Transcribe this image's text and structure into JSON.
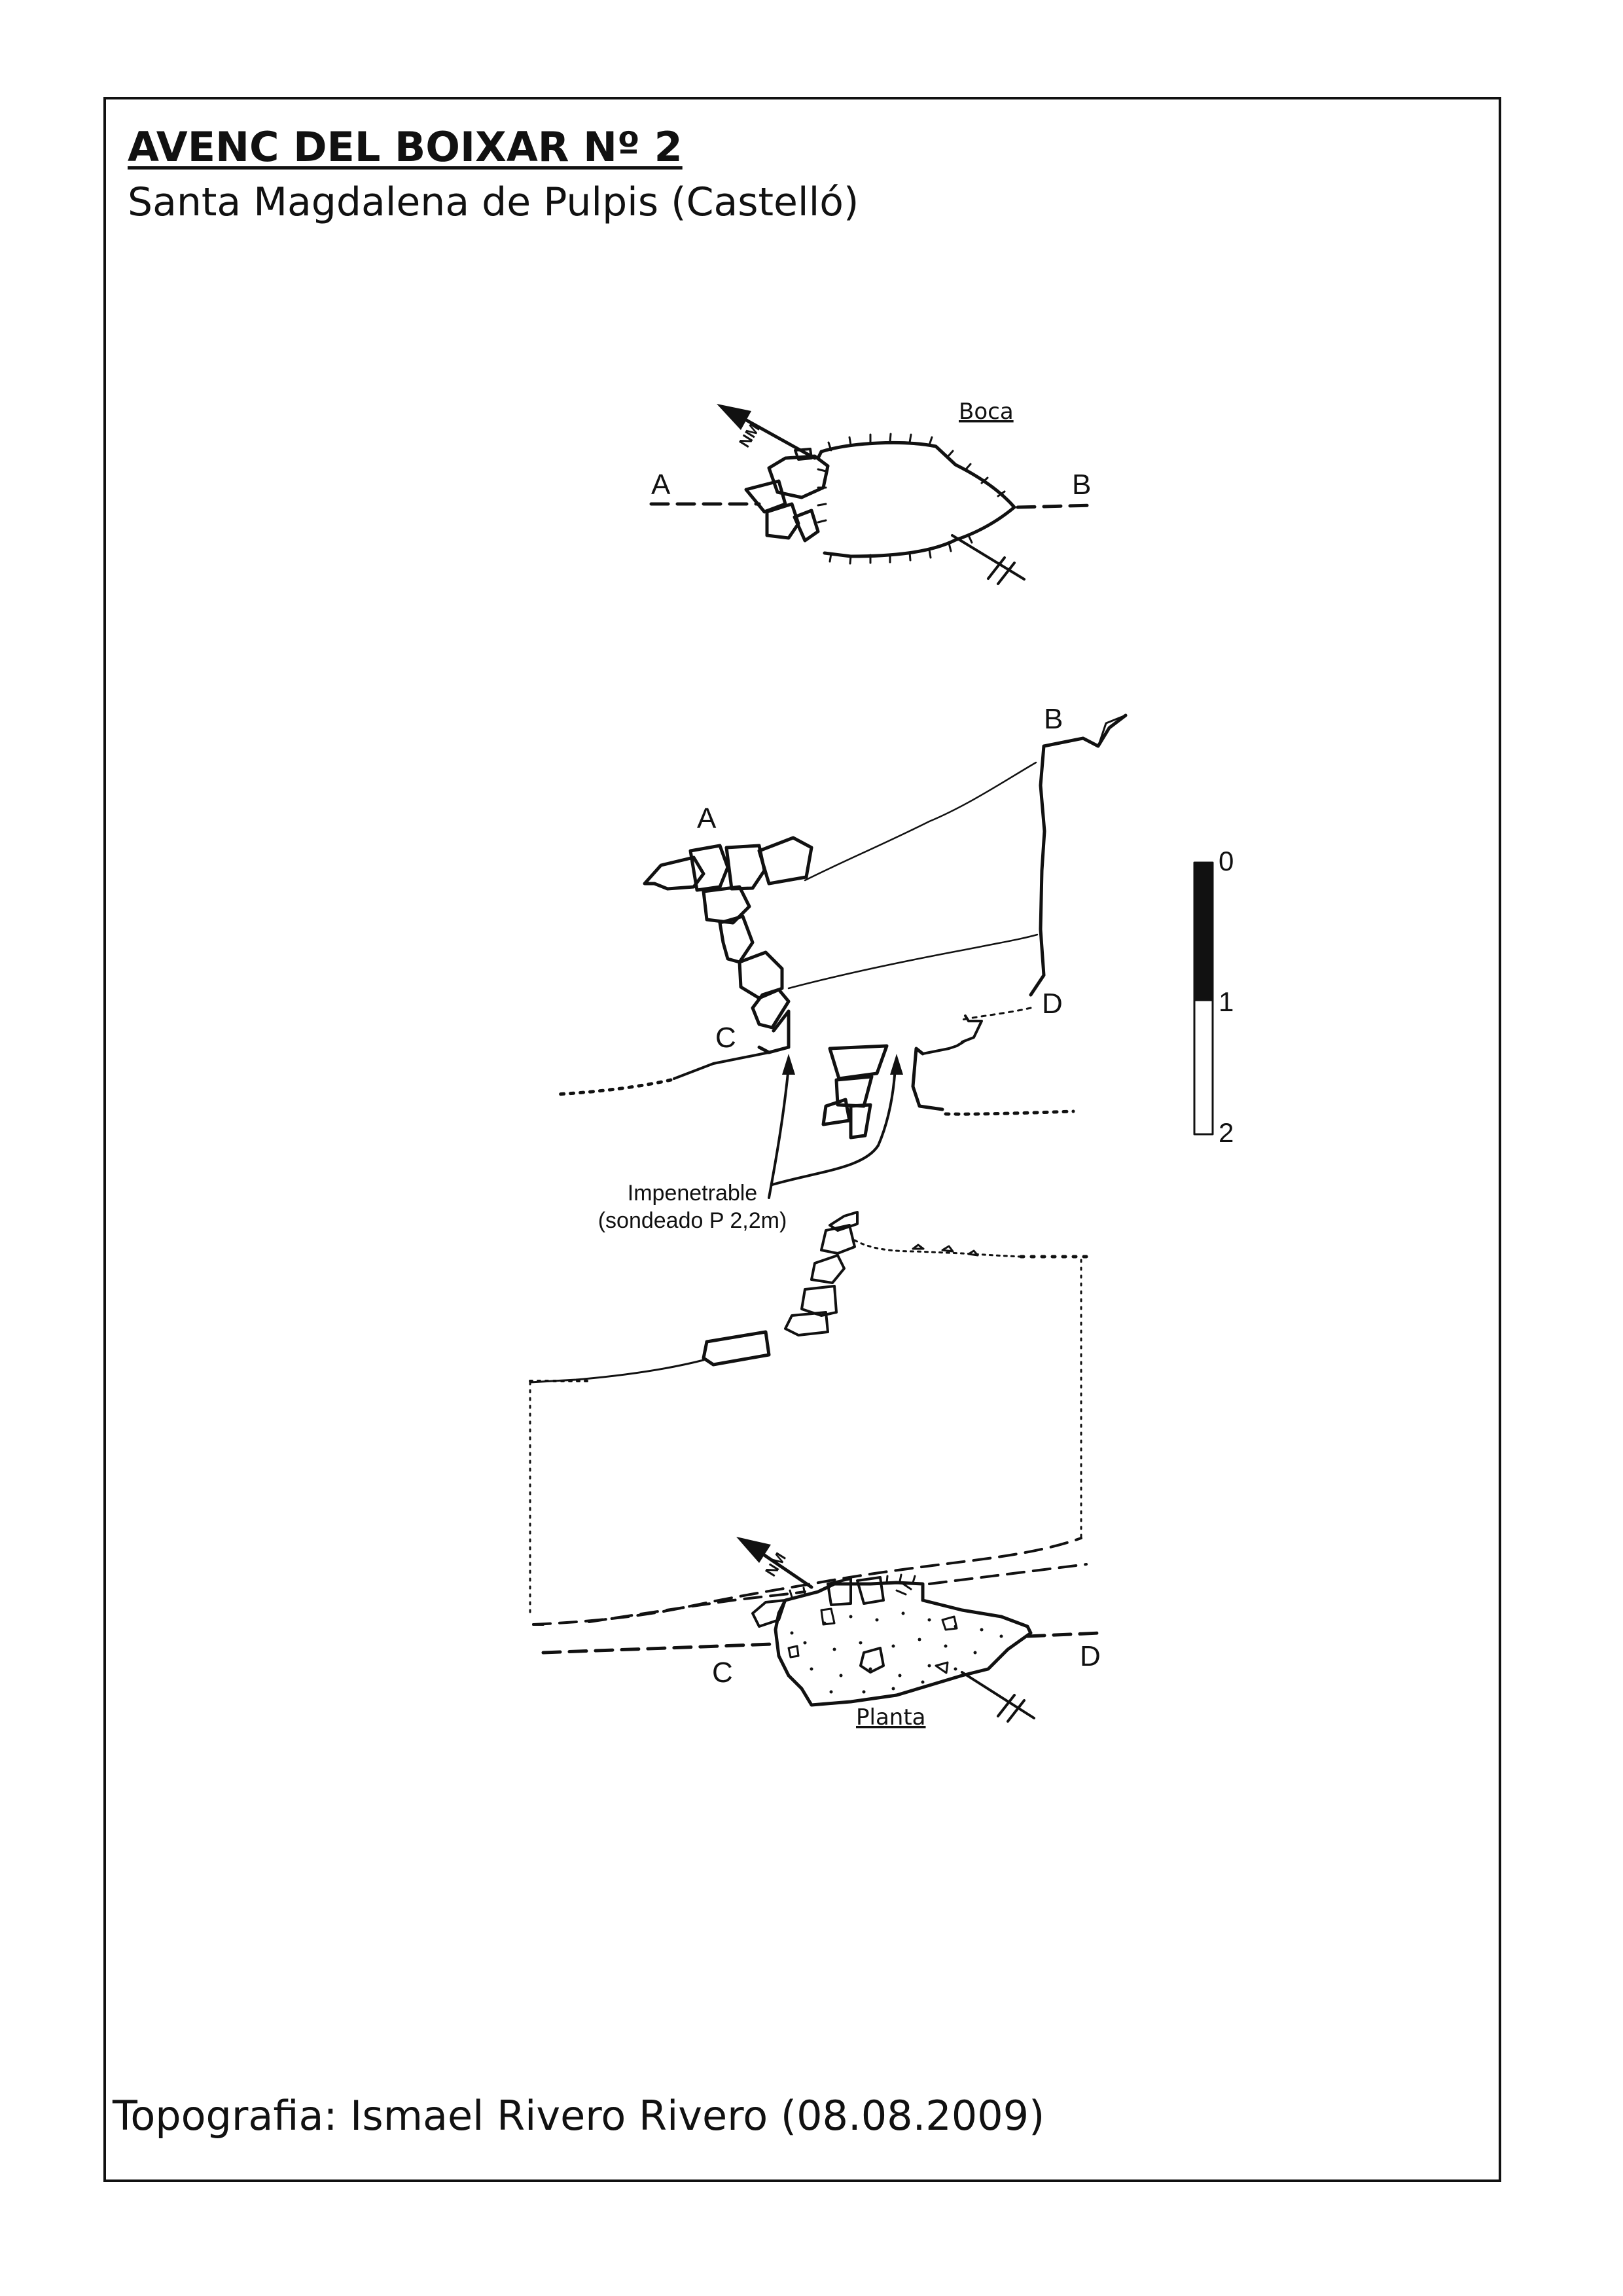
{
  "header": {
    "title": "AVENC DEL BOIXAR Nº 2",
    "subtitle": "Santa Magdalena de Pulpis (Castelló)"
  },
  "footer": {
    "credit": "Topografia: Ismael Rivero Rivero (08.08.2009)"
  },
  "entrance_view": {
    "label": "Boca",
    "point_a": "A",
    "point_b": "B",
    "north_label": "NM"
  },
  "section_view": {
    "point_a": "A",
    "point_b": "B",
    "point_c": "C",
    "point_d": "D",
    "note_line1": "Impenetrable",
    "note_line2": "(sondeado P 2,2m)"
  },
  "plan_view": {
    "label": "Planta",
    "point_c": "C",
    "point_d": "D",
    "north_label": "NM"
  },
  "scale_bar": {
    "ticks": [
      "0",
      "1",
      "2"
    ]
  }
}
